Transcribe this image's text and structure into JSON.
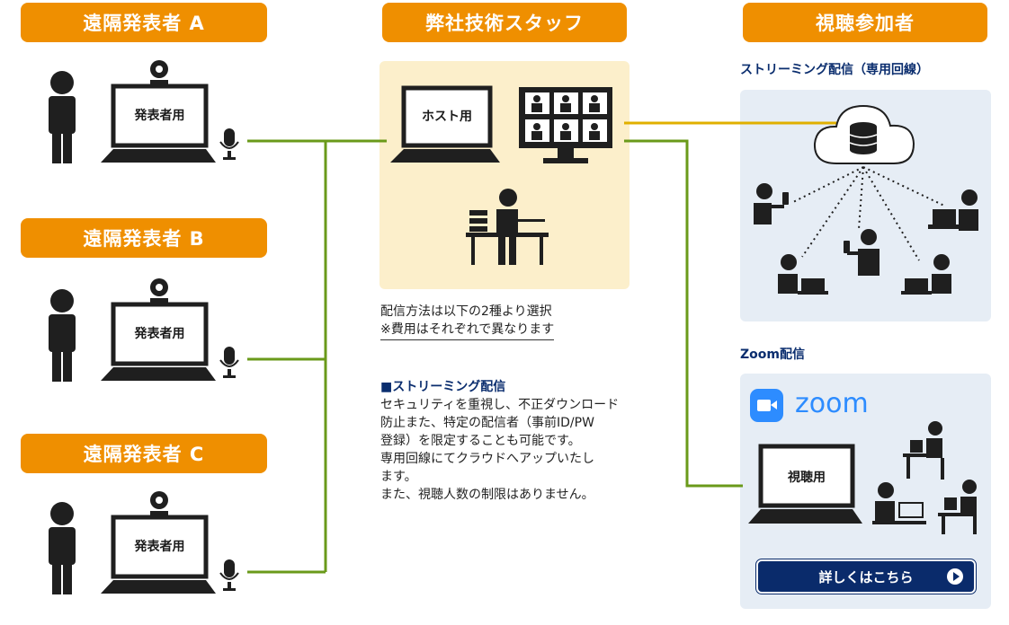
{
  "headers": {
    "presenter_a": "遠隔発表者 A",
    "presenter_b": "遠隔発表者 B",
    "presenter_c": "遠隔発表者 C",
    "staff": "弊社技術スタッフ",
    "viewers": "視聴参加者"
  },
  "screens": {
    "presenter": "発表者用",
    "host": "ホスト用",
    "viewer": "視聴用"
  },
  "middle": {
    "method_line1": "配信方法は以下の2種より選択",
    "method_line2": "※費用はそれぞれで異なります",
    "streaming_heading": "■ストリーミング配信",
    "desc": [
      "セキュリティを重視し、不正ダウンロード",
      "防止また、特定の配信者（事前ID/PW",
      "登録）を限定することも可能です。",
      "専用回線にてクラウドへアップいたし",
      "ます。",
      "また、視聴人数の制限はありません。"
    ]
  },
  "right": {
    "streaming_title": "ストリーミング配信（専用回線）",
    "zoom_title": "Zoom配信",
    "zoom_logo_text": "zoom",
    "details_button": "詳しくはこちら"
  },
  "colors": {
    "orange": "#ef8f00",
    "green": "#6a9a1a",
    "gold": "#e0b000",
    "navy": "#0a2b6b",
    "zoom_blue": "#2d8cff"
  }
}
